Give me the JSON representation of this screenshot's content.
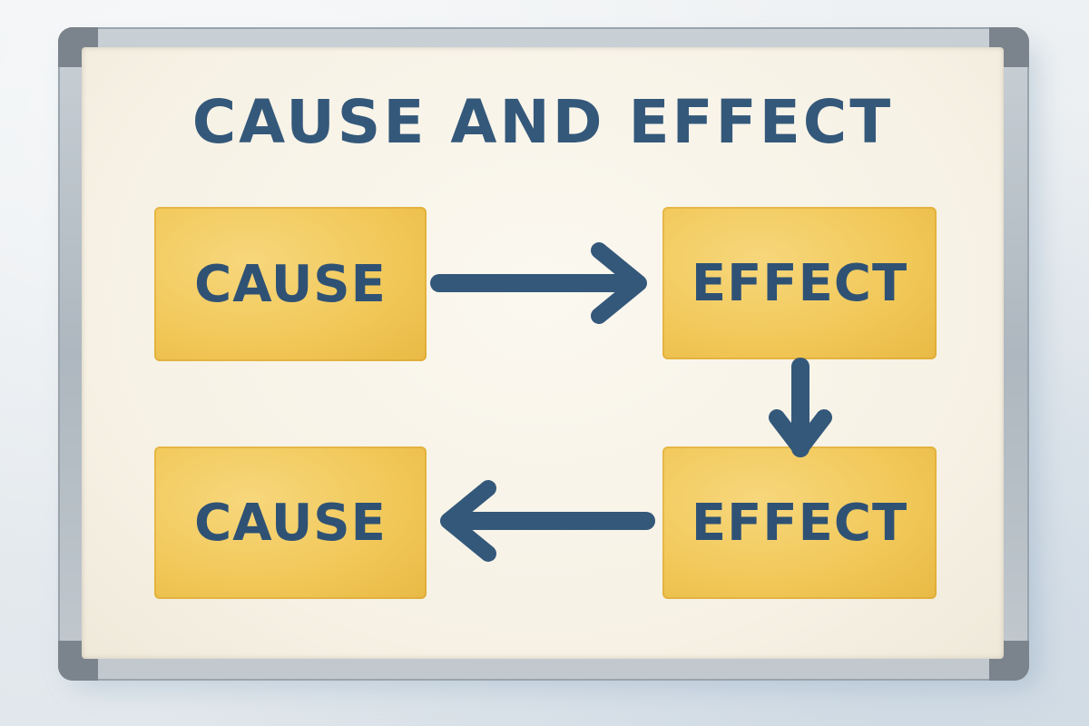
{
  "title": "CAUSE AND EFFECT",
  "boxes": [
    {
      "label": "CAUSE"
    },
    {
      "label": "EFFECT"
    },
    {
      "label": "CAUSE"
    },
    {
      "label": "EFFECT"
    }
  ],
  "colors": {
    "ink": "#34587a",
    "box_fill": "#f1c757",
    "board": "#f6f1e4",
    "frame": "#b7c0c8"
  }
}
